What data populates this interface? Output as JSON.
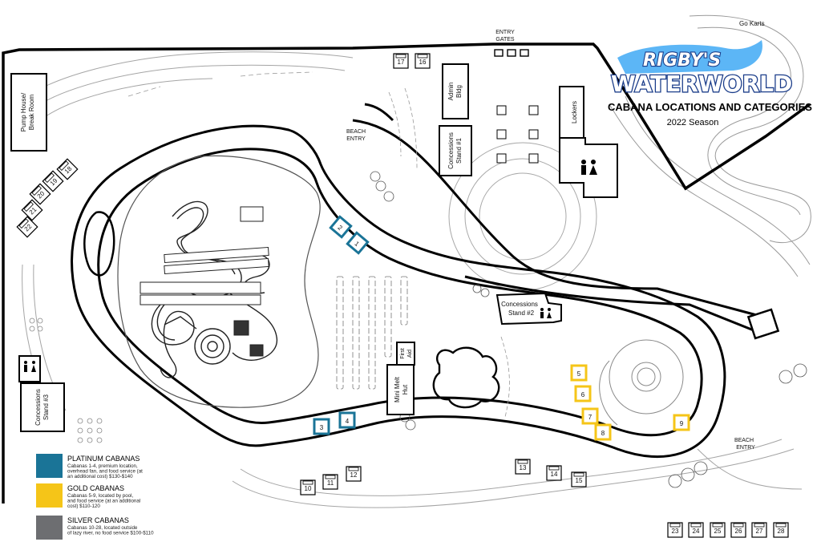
{
  "logo": {
    "line1": "RIGBY'S",
    "line2": "WATERWORLD"
  },
  "header": {
    "title": "CABANA LOCATIONS AND CATEGORIES",
    "season": "2022 Season"
  },
  "landmarks": {
    "go_karts": "Go Karts",
    "entry_gates": [
      "ENTRY",
      "GATES"
    ],
    "pump_house": [
      "Pump House/",
      "Break Room"
    ],
    "admin_bldg": [
      "Admin",
      "Bldg"
    ],
    "concessions_1": [
      "Concessions",
      "Stand #1"
    ],
    "concessions_2": [
      "Concessions",
      "Stand #2"
    ],
    "concessions_3": [
      "Concessions",
      "Stand #3"
    ],
    "lockers": "Lockers",
    "beach_entry_top": [
      "BEACH",
      "ENTRY"
    ],
    "beach_entry_bottom": [
      "BEACH",
      "ENTRY"
    ],
    "first_aid": [
      "First",
      "Aid"
    ],
    "mini_melt": [
      "Mini Melt",
      "Hut"
    ]
  },
  "colors": {
    "platinum": "#1a7497",
    "gold": "#f5c518",
    "silver": "#6d6e71",
    "logo_blue": "#1b3d8a",
    "logo_light": "#3fa9f5"
  },
  "cabanas": {
    "platinum": [
      "1",
      "2",
      "3",
      "4"
    ],
    "gold": [
      "5",
      "6",
      "7",
      "8",
      "9"
    ],
    "silver": [
      "10",
      "11",
      "12",
      "13",
      "14",
      "15",
      "16",
      "17",
      "18",
      "19",
      "20",
      "21",
      "22",
      "23",
      "24",
      "25",
      "26",
      "27",
      "28"
    ]
  },
  "legend": [
    {
      "key": "platinum",
      "title": "PLATINUM CABANAS",
      "desc": [
        "Cabanas 1-4, premium location,",
        "overhead fan, and food service (at",
        "an additional cost) $130-$140"
      ]
    },
    {
      "key": "gold",
      "title": "GOLD CABANAS",
      "desc": [
        "Cabanas 5-9, located by pool,",
        "and food service (at an additional",
        "cost) $110-120"
      ]
    },
    {
      "key": "silver",
      "title": "SILVER CABANAS",
      "desc": [
        "Cabanas 10-28, located outside",
        "of lazy river, no food service $100-$110"
      ]
    }
  ]
}
